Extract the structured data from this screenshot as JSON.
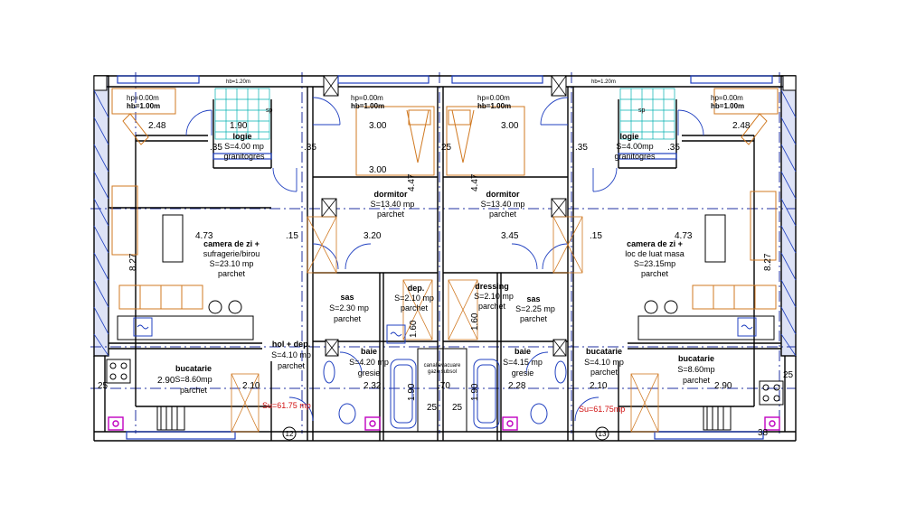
{
  "colors": {
    "wall": "#000000",
    "window_blue": "#2040c0",
    "furniture_orange": "#d07820",
    "tile_cyan": "#00b0b0",
    "axis_blue": "#2030a0",
    "fixture_magenta": "#c000c0",
    "area_red": "#d01010"
  },
  "units": [
    {
      "number": "12",
      "total_area": "Su=61.75 mp",
      "rooms": {
        "logia": {
          "name": "logie",
          "area": "S=4.00 mp",
          "finish": "granitogres"
        },
        "living": {
          "name": "camera de zi +",
          "use": "sufragerie/birou",
          "area": "S=23.10 mp",
          "finish": "parchet"
        },
        "bedroom": {
          "name": "dormitor",
          "area": "S=13.40 mp",
          "finish": "parchet"
        },
        "storage": {
          "name": "dep.",
          "area": "S=2.10 mp",
          "finish": "parchet"
        },
        "lobby": {
          "name": "sas",
          "area": "S=2.30 mp",
          "finish": "parchet"
        },
        "hall": {
          "name": "hol + dep.",
          "area": "S=4.10 mp",
          "finish": "parchet"
        },
        "bath": {
          "name": "baie",
          "area": "S=4.20 mp",
          "finish": "gresie"
        },
        "kitchen": {
          "name": "bucatarie",
          "area": "S=8.60mp",
          "finish": "parchet"
        }
      },
      "window_notes": [
        {
          "hp": "hp=0.00m",
          "hb": "hb=1.00m"
        },
        {
          "hp": "hp=0.00m",
          "hb": "hb=1.00m"
        }
      ],
      "sill_note": "hb=1.20m",
      "drain": "sp"
    },
    {
      "number": "13",
      "total_area": "Su=61.75mp",
      "rooms": {
        "logia": {
          "name": "logie",
          "area": "S=4.00mp",
          "finish": "granitogres"
        },
        "living": {
          "name": "camera de zi +",
          "use": "loc de luat masa",
          "area": "S=23.15mp",
          "finish": "parchet"
        },
        "bedroom": {
          "name": "dormitor",
          "area": "S=13.40 mp",
          "finish": "parchet"
        },
        "storage": {
          "name": "dressing",
          "area": "S=2.10 mp",
          "finish": "parchet"
        },
        "lobby": {
          "name": "sas",
          "area": "S=2.25 mp",
          "finish": "parchet"
        },
        "hall": {
          "name": "bucatarie",
          "area": "S=4.10 mp",
          "finish": "parchet"
        },
        "bath": {
          "name": "baie",
          "area": "S=4.15 mp",
          "finish": "gresie"
        },
        "kitchen": {
          "name": "bucatarie",
          "area": "S=8.60mp",
          "finish": "parchet"
        }
      },
      "window_notes": [
        {
          "hp": "hp=0.00m",
          "hb": "hb=1.00m"
        },
        {
          "hp": "hp=0.00m",
          "hb": "hb=1.00m"
        }
      ],
      "sill_note": "hb=1.20m",
      "drain": "sp"
    }
  ],
  "shaft": {
    "line1": "canal evacuare",
    "line2": "gaze subsol"
  },
  "dimensions": {
    "d_2_48": "2.48",
    "d_1_90": "1.90",
    "d_3_00": "3.00",
    "d_35": ".35",
    "d_4_73": "4.73",
    "d_15": ".15",
    "d_3_20": "3.20",
    "d_3_45": "3.45",
    "d_4_47": "4.47",
    "d_8_27": "8.27",
    "d_25": "25",
    "d_2_90": "2.90",
    "d_2_10": "2.10",
    "d_2_32": "2.32",
    "d_2_28": "2.28",
    "d_1_60": "1.60",
    "d_1_90b": "1.90",
    "d_70": ".70",
    "d_38": "38"
  }
}
